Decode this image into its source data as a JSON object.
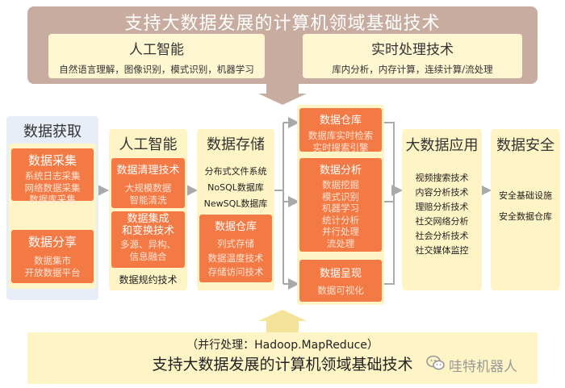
{
  "top": {
    "title": "支持大数据发展的计算机领域基础技术",
    "ai": {
      "title": "人工智能",
      "items": "自然语言理解，图像识别，模式识别，机器学习"
    },
    "rt": {
      "title": "实时处理技术",
      "items": "库内分析，内存计算，连续计算/流处理"
    }
  },
  "col1": {
    "title": "数据获取",
    "box1": {
      "title": "数据采集",
      "items": [
        "系统日志采集",
        "网络数据采集",
        "数据库采集"
      ]
    },
    "box2": {
      "title": "数据分享",
      "items": [
        "数据集市",
        "开放数据平台"
      ]
    }
  },
  "col2": {
    "title": "人工智能",
    "box1": {
      "title": "数据清理技术",
      "items": [
        "大规模数据",
        "智能清洗"
      ]
    },
    "box2": {
      "title_lines": [
        "数据集成",
        "和变换技术"
      ],
      "items": [
        "多源、异构、",
        "信息融合"
      ]
    },
    "footer": "数据规约技术"
  },
  "col3": {
    "title": "数据存储",
    "items": [
      "分布式文件系统",
      "NoSQL数据库",
      "NewSQL数据库"
    ],
    "box": {
      "title": "数据仓库",
      "items": [
        "列式存储",
        "数据温度技术",
        "存储访问技术"
      ]
    }
  },
  "col4": {
    "box1": {
      "title": "数据仓库",
      "items": [
        "数据库实时检索",
        "实时搜索引擎"
      ]
    },
    "box2": {
      "title": "数据分析",
      "items": [
        "数据挖掘",
        "模式识别",
        "机器学习",
        "统计分析",
        "并行处理",
        "流处理"
      ]
    },
    "box3": {
      "title": "数据呈现",
      "items": [
        "数据可视化"
      ]
    }
  },
  "col5": {
    "title": "大数据应用",
    "items": [
      "视频搜索技术",
      "内容分析技术",
      "理赔分析技术",
      "社交网络分析",
      "社会分析技术",
      "社交媒体监控"
    ]
  },
  "col6": {
    "title": "数据安全",
    "items": [
      "安全基础设施",
      "安全数据仓库"
    ]
  },
  "bottom": {
    "line1": "（并行处理：Hadoop.MapReduce）",
    "line2": "支持大数据发展的计算机领域基础技术"
  },
  "watermark": "哇特机器人",
  "colors": {
    "band": "#c9aca0",
    "card": "#fff4c6",
    "orange": "#f47a45",
    "arrow": "#a9a9a9"
  },
  "icons": {
    "watermark": "wechat-icon"
  }
}
